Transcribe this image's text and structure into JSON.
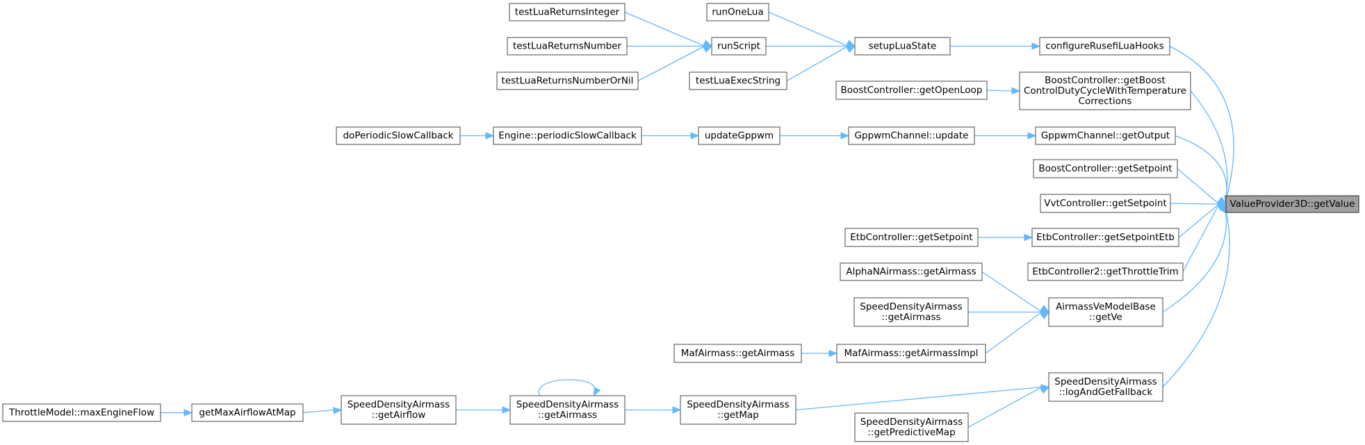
{
  "colors": {
    "edge": "#63b8ff",
    "node_border": "#666666",
    "root_fill": "#a0a0a0",
    "node_fill": "#ffffff"
  },
  "root": "root",
  "nodes": {
    "root": [
      "ValueProvider3D::getValue"
    ],
    "configureRusefiLuaHooks": [
      "configureRusefiLuaHooks"
    ],
    "boostGetBoost": [
      "BoostController::getBoost",
      "ControlDutyCycleWithTemperature",
      "Corrections"
    ],
    "gppwmGetOutput": [
      "GppwmChannel::getOutput"
    ],
    "boostGetSetpoint": [
      "BoostController::getSetpoint"
    ],
    "vvtGetSetpoint": [
      "VvtController::getSetpoint"
    ],
    "etbGetSetpointEtb": [
      "EtbController::getSetpointEtb"
    ],
    "etb2GetThrottleTrim": [
      "EtbController2::getThrottleTrim"
    ],
    "airmassGetVe": [
      "AirmassVeModelBase",
      "::getVe"
    ],
    "sdLogAndGetFallback": [
      "SpeedDensityAirmass",
      "::logAndGetFallback"
    ],
    "setupLuaState": [
      "setupLuaState"
    ],
    "boostGetOpenLoop": [
      "BoostController::getOpenLoop"
    ],
    "gppwmUpdate": [
      "GppwmChannel::update"
    ],
    "etbGetSetpoint": [
      "EtbController::getSetpoint"
    ],
    "alphaNGetAirmass": [
      "AlphaNAirmass::getAirmass"
    ],
    "sdGetAirmassMid": [
      "SpeedDensityAirmass",
      "::getAirmass"
    ],
    "mafGetAirmassImpl": [
      "MafAirmass::getAirmassImpl"
    ],
    "sdGetMap": [
      "SpeedDensityAirmass",
      "::getMap"
    ],
    "sdGetPredictiveMap": [
      "SpeedDensityAirmass",
      "::getPredictiveMap"
    ],
    "runOneLua": [
      "runOneLua"
    ],
    "runScript": [
      "runScript"
    ],
    "testLuaExecString": [
      "testLuaExecString"
    ],
    "updateGppwm": [
      "updateGppwm"
    ],
    "mafGetAirmass": [
      "MafAirmass::getAirmass"
    ],
    "sdGetAirmassLeft": [
      "SpeedDensityAirmass",
      "::getAirmass"
    ],
    "testLuaReturnsInteger": [
      "testLuaReturnsInteger"
    ],
    "testLuaReturnsNumber": [
      "testLuaReturnsNumber"
    ],
    "testLuaReturnsNumberOrNil": [
      "testLuaReturnsNumberOrNil"
    ],
    "enginePeriodicSlowCallback": [
      "Engine::periodicSlowCallback"
    ],
    "sdGetAirflow": [
      "SpeedDensityAirmass",
      "::getAirflow"
    ],
    "doPeriodicSlowCallback": [
      "doPeriodicSlowCallback"
    ],
    "getMaxAirflowAtMap": [
      "getMaxAirflowAtMap"
    ],
    "throttleMaxEngineFlow": [
      "ThrottleModel::maxEngineFlow"
    ]
  },
  "edges": [
    [
      "configureRusefiLuaHooks",
      "root"
    ],
    [
      "boostGetBoost",
      "root"
    ],
    [
      "gppwmGetOutput",
      "root"
    ],
    [
      "boostGetSetpoint",
      "root"
    ],
    [
      "vvtGetSetpoint",
      "root"
    ],
    [
      "etbGetSetpointEtb",
      "root"
    ],
    [
      "etb2GetThrottleTrim",
      "root"
    ],
    [
      "airmassGetVe",
      "root"
    ],
    [
      "sdLogAndGetFallback",
      "root"
    ],
    [
      "setupLuaState",
      "configureRusefiLuaHooks"
    ],
    [
      "boostGetOpenLoop",
      "boostGetBoost"
    ],
    [
      "gppwmUpdate",
      "gppwmGetOutput"
    ],
    [
      "etbGetSetpoint",
      "etbGetSetpointEtb"
    ],
    [
      "alphaNGetAirmass",
      "airmassGetVe"
    ],
    [
      "sdGetAirmassMid",
      "airmassGetVe"
    ],
    [
      "mafGetAirmassImpl",
      "airmassGetVe"
    ],
    [
      "sdGetMap",
      "sdLogAndGetFallback"
    ],
    [
      "sdGetPredictiveMap",
      "sdLogAndGetFallback"
    ],
    [
      "runOneLua",
      "setupLuaState"
    ],
    [
      "runScript",
      "setupLuaState"
    ],
    [
      "testLuaExecString",
      "setupLuaState"
    ],
    [
      "updateGppwm",
      "gppwmUpdate"
    ],
    [
      "mafGetAirmass",
      "mafGetAirmassImpl"
    ],
    [
      "sdGetAirmassLeft",
      "sdGetMap"
    ],
    [
      "sdGetAirmassLeft",
      "sdGetAirmassLeft"
    ],
    [
      "testLuaReturnsInteger",
      "runScript"
    ],
    [
      "testLuaReturnsNumber",
      "runScript"
    ],
    [
      "testLuaReturnsNumberOrNil",
      "runScript"
    ],
    [
      "enginePeriodicSlowCallback",
      "updateGppwm"
    ],
    [
      "sdGetAirflow",
      "sdGetAirmassLeft"
    ],
    [
      "doPeriodicSlowCallback",
      "enginePeriodicSlowCallback"
    ],
    [
      "getMaxAirflowAtMap",
      "sdGetAirflow"
    ],
    [
      "throttleMaxEngineFlow",
      "getMaxAirflowAtMap"
    ]
  ]
}
